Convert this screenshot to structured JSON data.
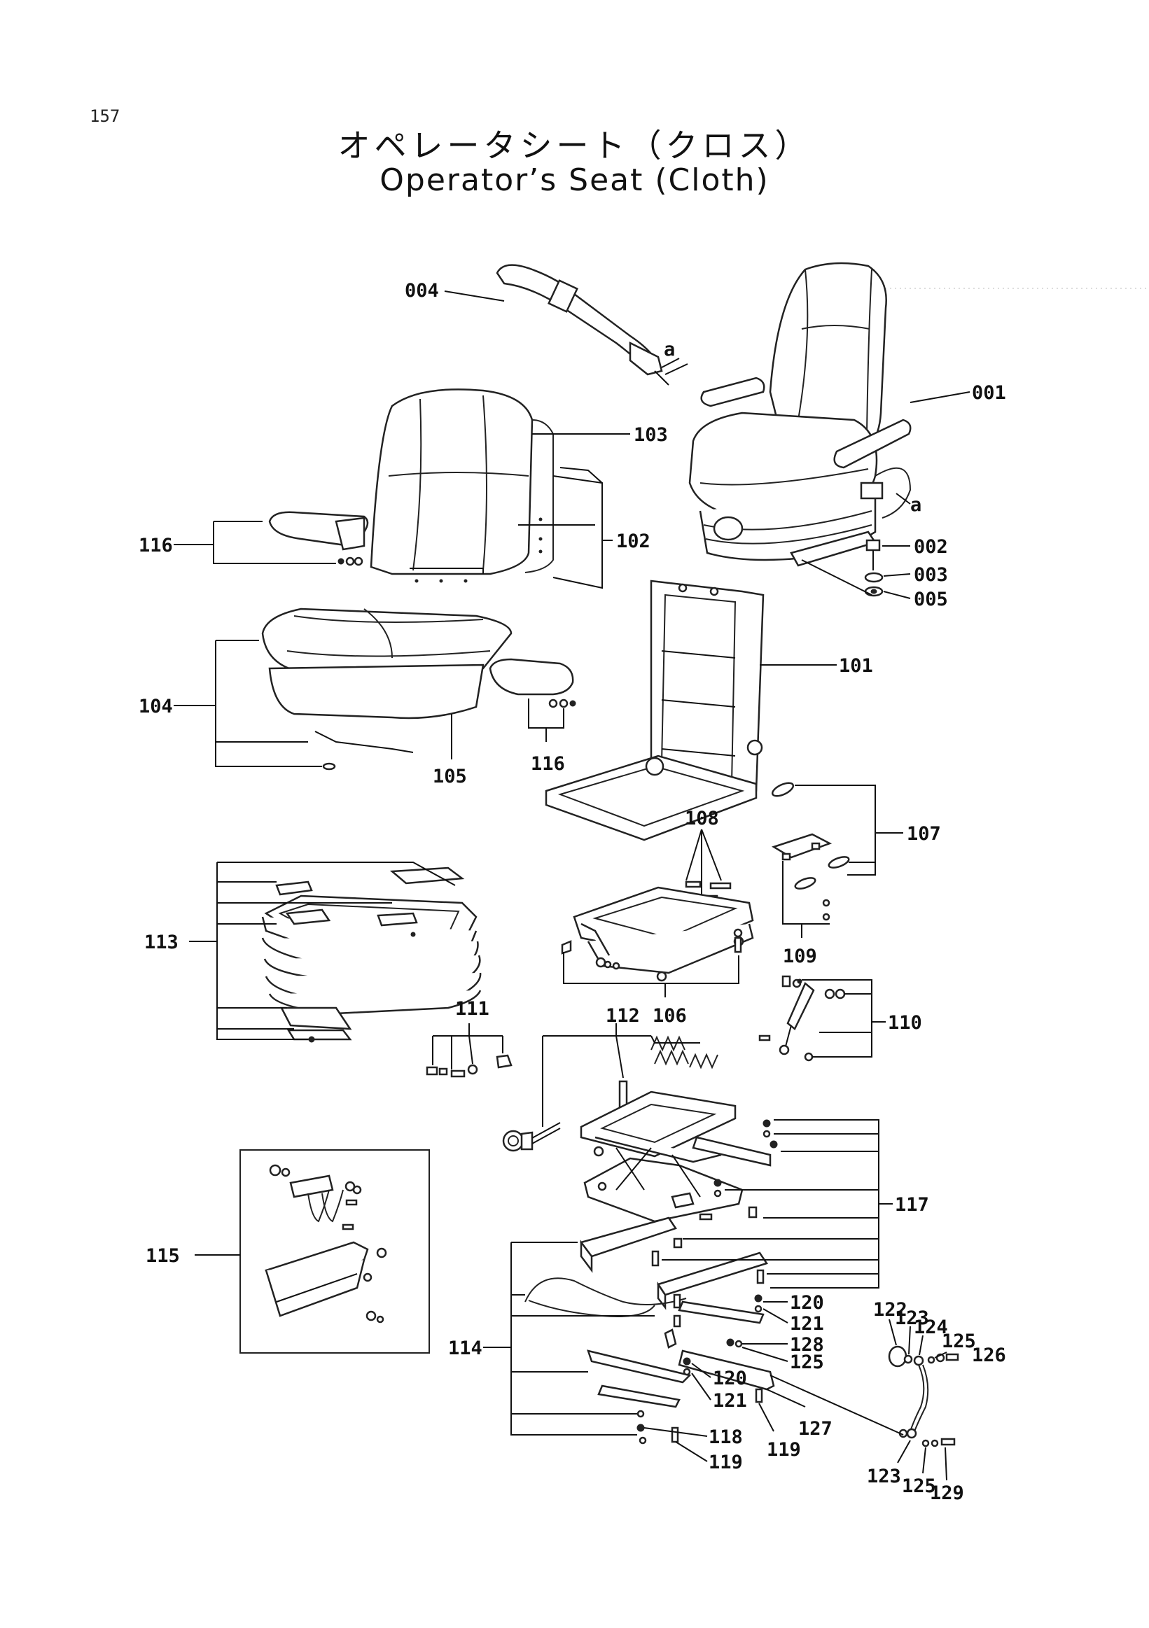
{
  "page": {
    "number": "157",
    "title_jp": "オペレータシート（クロス）",
    "title_en": "Operator’s Seat (Cloth)"
  },
  "callouts": {
    "p001": "001",
    "p002": "002",
    "p003": "003",
    "p004": "004",
    "p005": "005",
    "a1": "a",
    "a2": "a",
    "p101": "101",
    "p102": "102",
    "p103": "103",
    "p104": "104",
    "p105": "105",
    "p106": "106",
    "p107": "107",
    "p108": "108",
    "p109": "109",
    "p110": "110",
    "p111": "111",
    "p112": "112",
    "p113": "113",
    "p114": "114",
    "p115": "115",
    "p116a": "116",
    "p116b": "116",
    "p117": "117",
    "p118": "118",
    "p119a": "119",
    "p119b": "119",
    "p120a": "120",
    "p120b": "120",
    "p121a": "121",
    "p121b": "121",
    "p122": "122",
    "p123a": "123",
    "p123b": "123",
    "p124": "124",
    "p125a": "125",
    "p125b": "125",
    "p125c": "125",
    "p126": "126",
    "p127": "127",
    "p128": "128",
    "p129": "129"
  }
}
